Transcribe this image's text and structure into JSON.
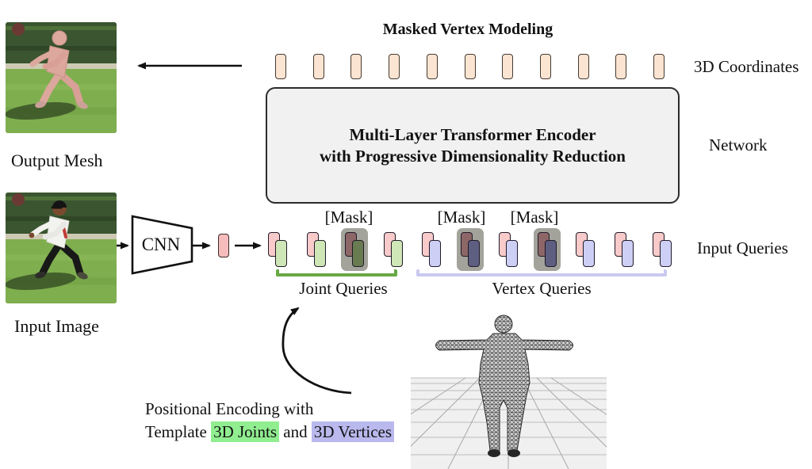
{
  "figure": {
    "title": "Masked Vertex Modeling"
  },
  "encoder_box": {
    "line1": "Multi-Layer Transformer Encoder",
    "line2": "with Progressive Dimensionality Reduction"
  },
  "side_labels": {
    "coordinates": "3D Coordinates",
    "network": "Network",
    "input_queries": "Input Queries"
  },
  "captions": {
    "output_mesh": "Output Mesh",
    "input_image": "Input Image"
  },
  "cnn_label": "CNN",
  "mask_label": "[Mask]",
  "query_groups": {
    "joint": "Joint Queries",
    "vertex": "Vertex Queries"
  },
  "positional_encoding": {
    "line1": "Positional Encoding with",
    "prefix": "Template ",
    "joints": "3D Joints",
    "conjunction": " and ",
    "vertices": "3D Vertices"
  },
  "tokens": {
    "output_row": {
      "count": 11,
      "type": "3d-coordinate"
    },
    "input_pairs": [
      {
        "group": "joint",
        "masked": false
      },
      {
        "group": "joint",
        "masked": false
      },
      {
        "group": "joint",
        "masked": true
      },
      {
        "group": "joint",
        "masked": false
      },
      {
        "group": "vertex",
        "masked": false
      },
      {
        "group": "vertex",
        "masked": true
      },
      {
        "group": "vertex",
        "masked": false
      },
      {
        "group": "vertex",
        "masked": true
      },
      {
        "group": "vertex",
        "masked": false
      },
      {
        "group": "vertex",
        "masked": false
      },
      {
        "group": "vertex",
        "masked": false
      }
    ]
  },
  "colors": {
    "coordinate_token": "#fbe4d2",
    "image_token": "#f6bcbc",
    "pink_token": "#f8caca",
    "joint_token": "#cfe6b6",
    "vertex_token": "#cdcff5",
    "masked_bg": "#a3a39b",
    "masked_pink": "#8d6767",
    "masked_joint": "#697b51",
    "masked_vertex": "#5e5e81",
    "joint_bracket": "#68a845",
    "vertex_bracket": "#c9c9f0",
    "joints_highlight": "#90ee90",
    "vertices_highlight": "#b9b9ee",
    "encoder_fill": "#f1f1f1"
  }
}
